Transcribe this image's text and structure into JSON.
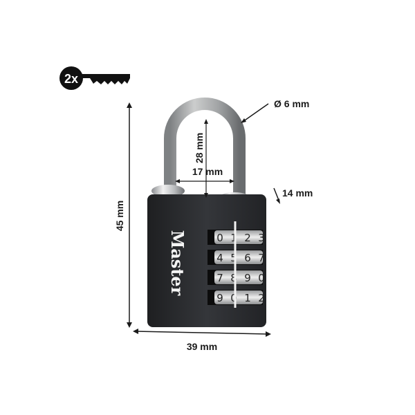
{
  "key_badge": {
    "text": "2x",
    "icon": "key-icon"
  },
  "brand": "Master",
  "dials": [
    [
      "0",
      "1",
      "2",
      "3"
    ],
    [
      "4",
      "5",
      "6",
      "7"
    ],
    [
      "7",
      "8",
      "9",
      "0"
    ],
    [
      "9",
      "0",
      "1",
      "2"
    ]
  ],
  "dimensions": {
    "height": "45 mm",
    "width": "39 mm",
    "shackle_diameter": "Ø 6 mm",
    "shackle_clearance": "28 mm",
    "shackle_width": "17 mm",
    "depth": "14 mm"
  },
  "colors": {
    "body": "#2b2d30",
    "chrome": "#c9cbcd",
    "ink": "#1a1a1a"
  }
}
